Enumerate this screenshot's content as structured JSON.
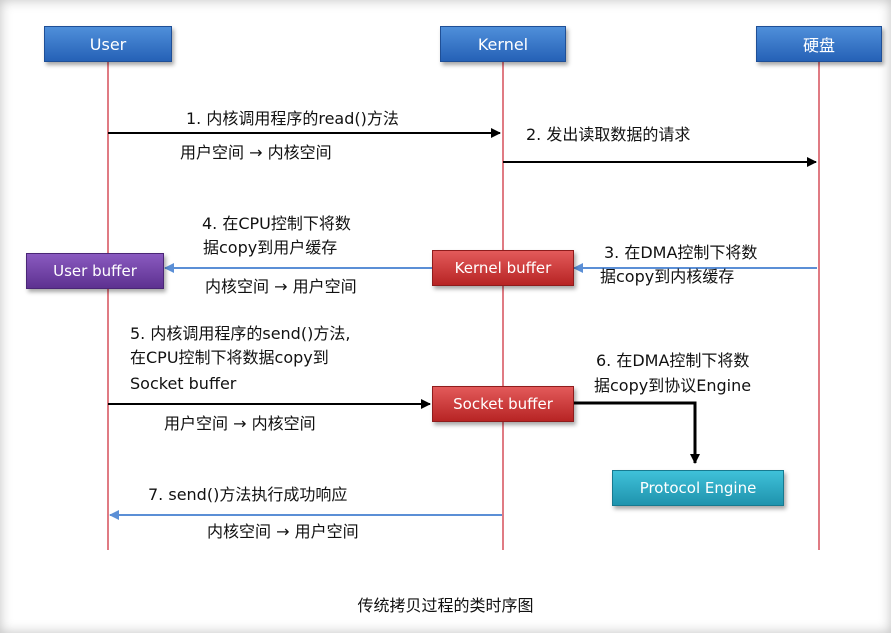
{
  "headers": {
    "user": "User",
    "kernel": "Kernel",
    "disk": "硬盘"
  },
  "buffers": {
    "user": "User buffer",
    "kernel": "Kernel buffer",
    "socket": "Socket buffer",
    "protocol": "Protocol Engine"
  },
  "steps": {
    "s1": "1. 内核调用程序的read()方法",
    "s1_sub": "用户空间 → 内核空间",
    "s2": "2. 发出读取数据的请求",
    "s3_l1": "3. 在DMA控制下将数",
    "s3_l2": "据copy到内核缓存",
    "s4_l1": "4. 在CPU控制下将数",
    "s4_l2": "据copy到用户缓存",
    "s4_sub": "内核空间 → 用户空间",
    "s5_l1": "5. 内核调用程序的send()方法,",
    "s5_l2": "在CPU控制下将数据copy到",
    "s5_l3": "Socket buffer",
    "s5_sub": "用户空间 → 内核空间",
    "s6_l1": "6. 在DMA控制下将数",
    "s6_l2": "据copy到协议Engine",
    "s7": "7. send()方法执行成功响应",
    "s7_sub": "内核空间 → 用户空间"
  },
  "caption": "传统拷贝过程的类时序图",
  "colors": {
    "lifeline": "#e07b83",
    "arrow_black": "#000000",
    "arrow_blue": "#5b8fd6"
  }
}
